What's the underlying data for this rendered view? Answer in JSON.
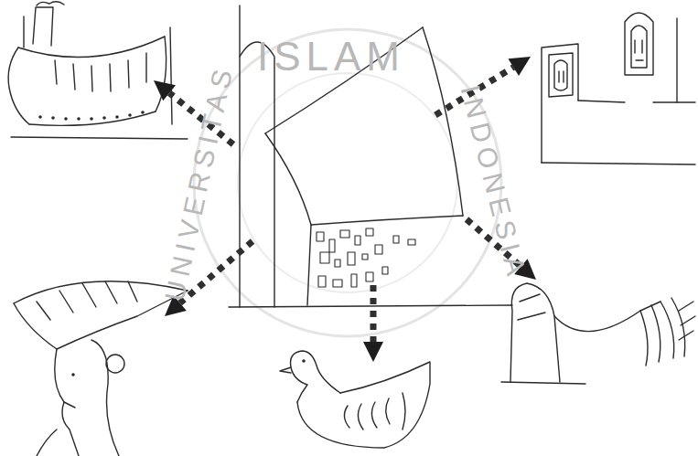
{
  "diagram": {
    "labels": [
      "ISLAM",
      "UNIVERSITAS",
      "INDONESIA"
    ]
  }
}
